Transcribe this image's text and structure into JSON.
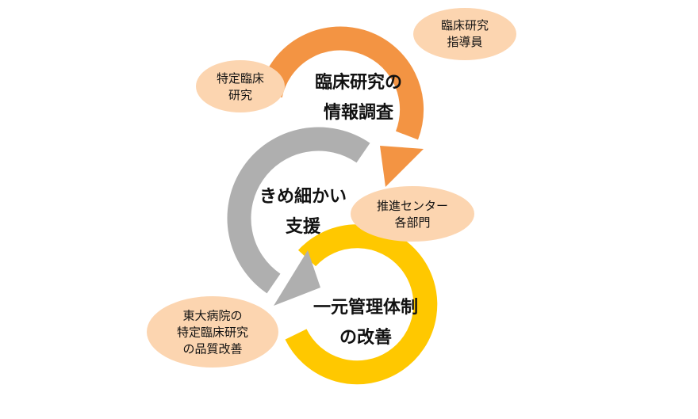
{
  "colors": {
    "orange": "#F39443",
    "gray": "#AFAFAF",
    "yellow": "#FFC800",
    "bubble": "#FCD5B0"
  },
  "cycles": [
    {
      "lines": [
        "臨床研究の",
        "情報調査"
      ]
    },
    {
      "lines": [
        "きめ細かい",
        "支援"
      ]
    },
    {
      "lines": [
        "一元管理体制",
        "の改善"
      ]
    }
  ],
  "bubbles": [
    {
      "lines": [
        "臨床研究",
        "指導員"
      ]
    },
    {
      "lines": [
        "特定臨床",
        "研究"
      ]
    },
    {
      "lines": [
        "推進センター",
        "各部門"
      ]
    },
    {
      "lines": [
        "東大病院の",
        "特定臨床研究",
        "の品質改善"
      ]
    }
  ]
}
